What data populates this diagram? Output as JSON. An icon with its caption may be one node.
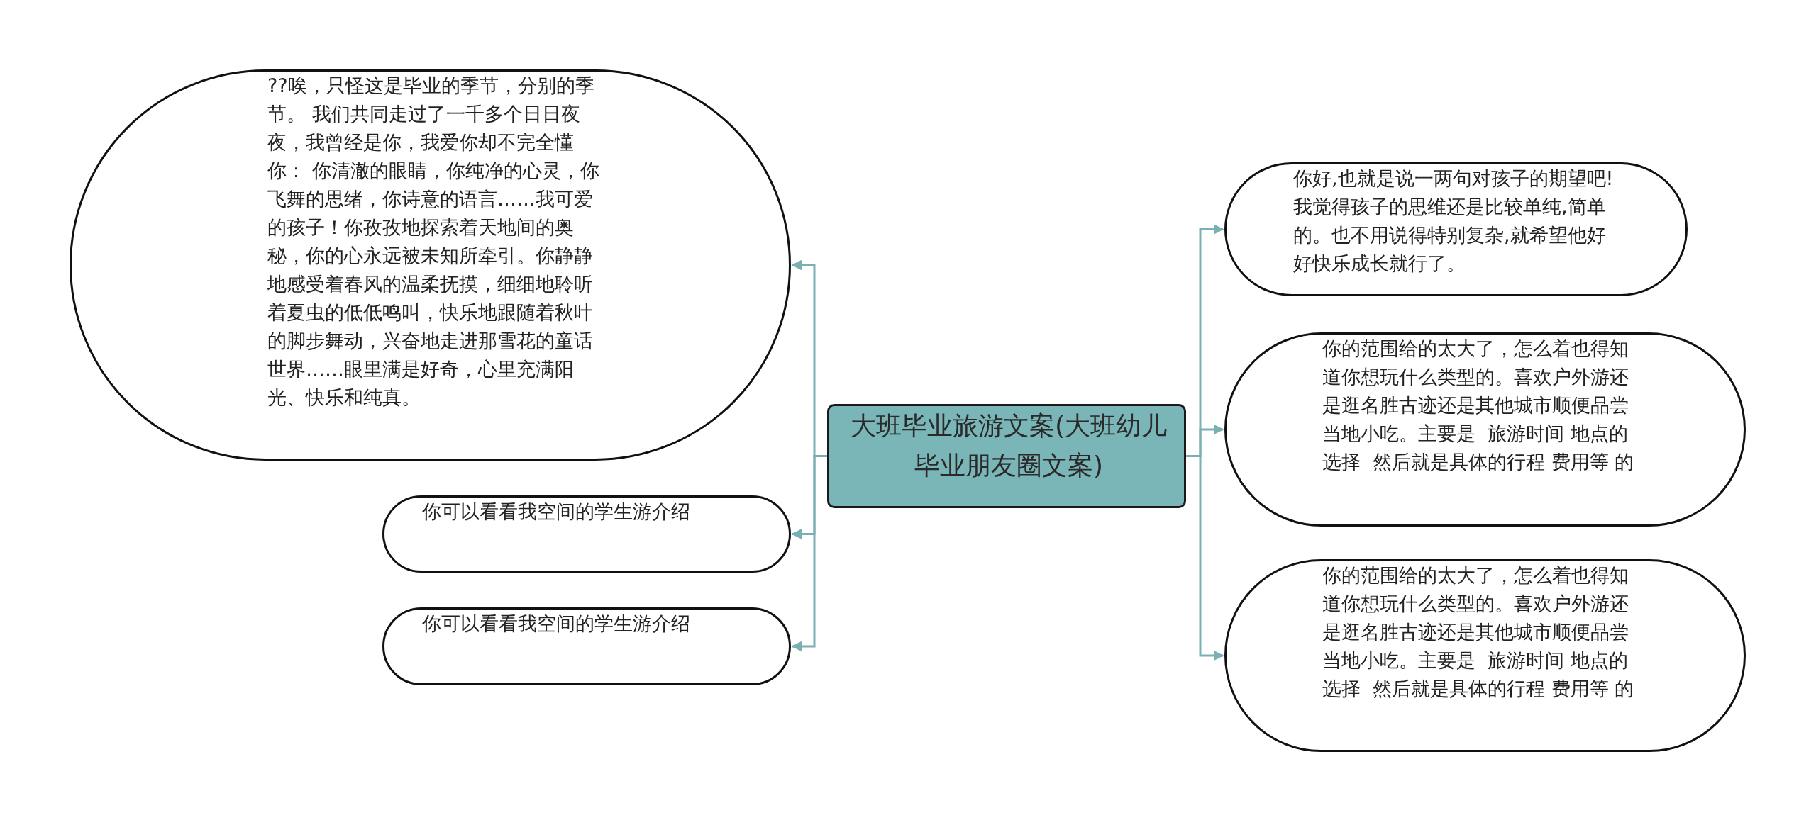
{
  "diagram": {
    "nodes": [
      {
        "text": [
          "大班毕业旅游文案(大班幼儿毕业朋友圈文案)"
        ]
      },
      {
        "text": [
          "??唉，只怪这是毕业的季节，分别的季节。 我们共同走过了一千多个日日夜夜，我曾经是你，我爱你却不完全懂你： 你清澈的眼睛，你纯净的心灵，你飞舞的思绪，你诗意的语言……我可爱的孩子！你孜孜地探索着天地间的奥秘，你的心永远被未知所牵引。你静静地感受着春风的温柔抚摸，细细地聆听着夏虫的低低鸣叫，快乐地跟随着秋叶的脚步舞动，兴奋地走进那雪花的童话世界……眼里满是好奇，心里充满阳光、快乐和纯真。"
        ]
      },
      {
        "text": [
          "你可以看看我空间的学生游介绍"
        ]
      },
      {
        "text": [
          "你可以看看我空间的学生游介绍"
        ]
      },
      {
        "text": [
          "你好,也就是说一两句对孩子的期望吧!我觉得孩子的思维还是比较单纯,简单的。也不用说得特别复杂,就希望他好好快乐成长就行了。"
        ]
      },
      {
        "text": [
          "你的范围给的太大了，怎么着也得知道你想玩什么类型的。喜欢户外游还是逛名胜古迹还是其他城市顺便品尝当地小吃。主要是  旅游时间 地点的选择  然后就是具体的行程 费用等 的"
        ]
      },
      {
        "text": [
          "你的范围给的太大了，怎么着也得知道你想玩什么类型的。喜欢户外游还是逛名胜古迹还是其他城市顺便品尝当地小吃。主要是  旅游时间 地点的选择  然后就是具体的行程 费用等 的"
        ]
      }
    ],
    "edges": [
      {
        "from": 0,
        "to": 1,
        "arrow": "to"
      },
      {
        "from": 0,
        "to": 2,
        "arrow": "to"
      },
      {
        "from": 0,
        "to": 3,
        "arrow": "to"
      },
      {
        "from": 0,
        "to": 4,
        "arrow": "to"
      },
      {
        "from": 0,
        "to": 5,
        "arrow": "to"
      },
      {
        "from": 0,
        "to": 6,
        "arrow": "to"
      }
    ]
  }
}
